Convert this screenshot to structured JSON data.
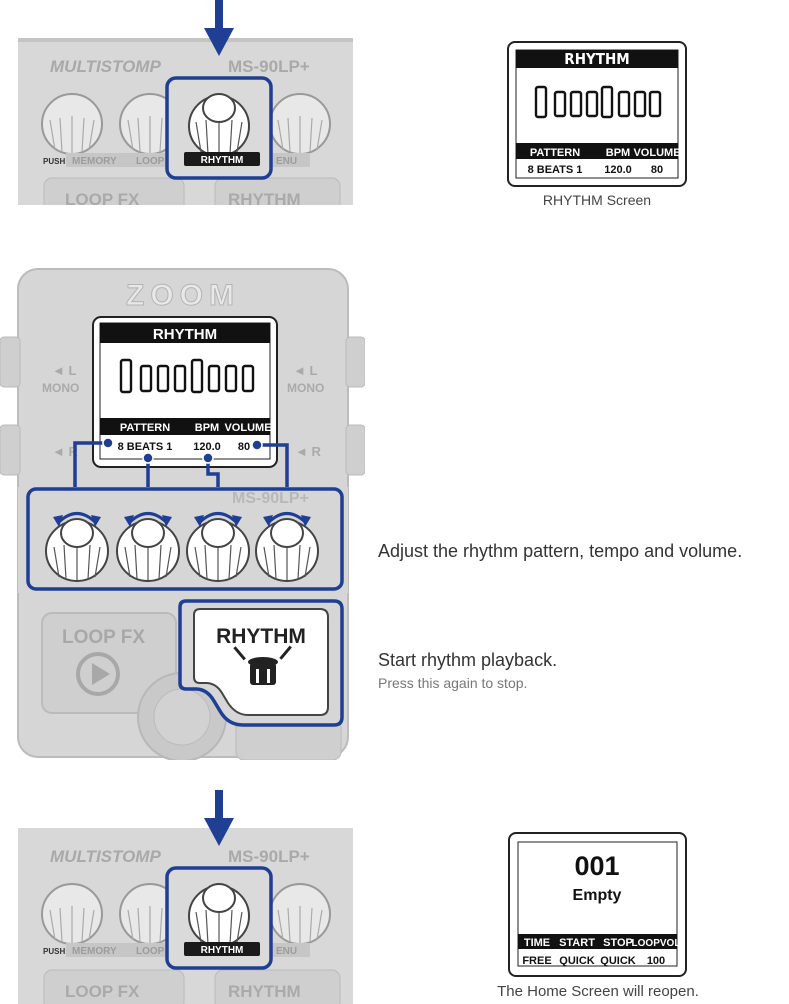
{
  "colors": {
    "accent": "#1f3f95",
    "panel": "#d6d6d6",
    "panel_dark": "#bdbdbd",
    "screen_border": "#222"
  },
  "top_panel": {
    "brand": "MULTISTOMP",
    "model": "MS-90LP+",
    "push_label": "PUSH",
    "memory_label": "MEMORY",
    "loop_label": "LOOP",
    "rhythm_label": "RHYTHM",
    "menu_label": "ENU",
    "bottom_left": "LOOP FX",
    "bottom_right": "RHYTHM"
  },
  "rhythm_screen": {
    "title": "RHYTHM",
    "pattern_header": "PATTERN",
    "bpm_header": "BPM",
    "volume_header": "VOLUME",
    "pattern_value": "8 BEATS 1",
    "bpm_value": "120.0",
    "volume_value": "80",
    "caption": "RHYTHM Screen"
  },
  "main_device": {
    "logo": "ZOOM",
    "left_label_top": "◄ L",
    "left_mono": "MONO",
    "left_label_bottom": "◄ R",
    "right_label_top": "◄ L",
    "right_mono": "MONO",
    "right_label_bottom": "◄ R",
    "loop_fx": "LOOP FX",
    "rhythm_button": "RHYTHM",
    "strip_text": "MS-90LP+"
  },
  "instructions": {
    "knobs": "Adjust the rhythm pattern, tempo and volume.",
    "start": "Start rhythm playback.",
    "start_sub": "Press this again to stop."
  },
  "home_screen": {
    "patch_number": "001",
    "patch_name": "Empty",
    "headers": [
      "TIME",
      "START",
      "STOP",
      "LOOPVOL"
    ],
    "values": [
      "FREE",
      "QUICK",
      "QUICK",
      "100"
    ],
    "caption": "The Home Screen will reopen."
  }
}
